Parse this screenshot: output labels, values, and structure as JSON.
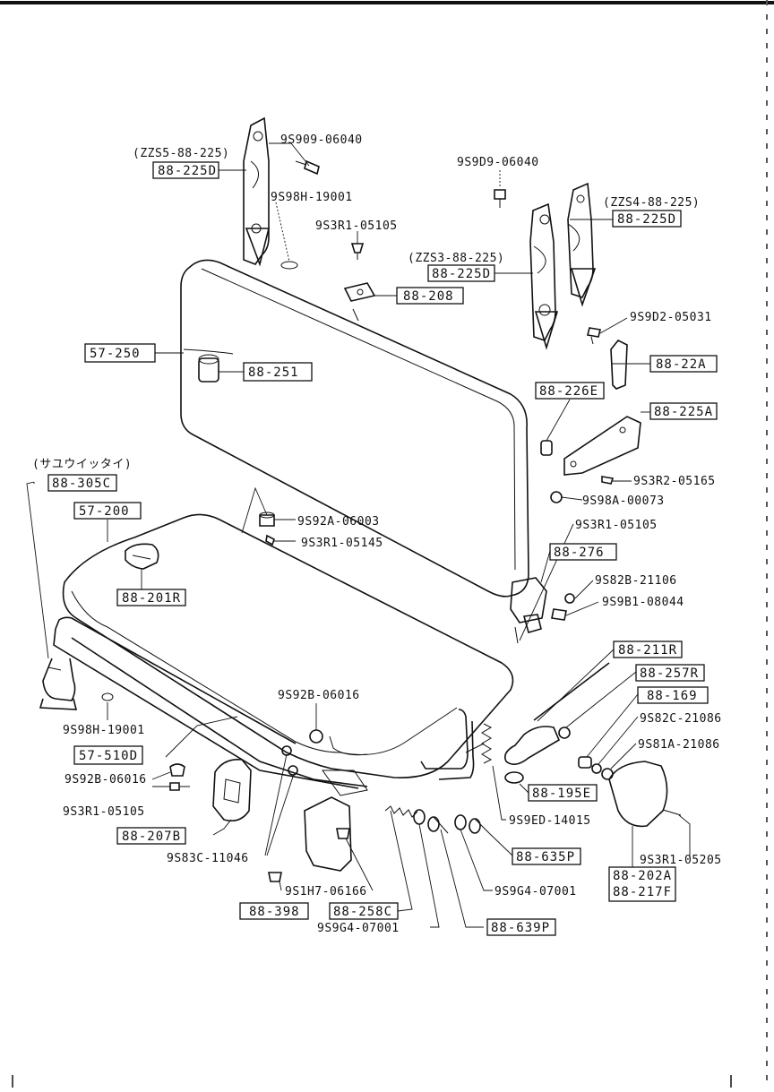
{
  "labels": {
    "alt_225d_top_left": "(ZZS5-88-225)",
    "part_225d_top_left": "88-225D",
    "bolt_9s909_a": "9S909-06040",
    "bolt_9s909_b": "9S9D9-06040",
    "alt_225d_right": "(ZZS4-88-225)",
    "part_225d_right": "88-225D",
    "plug_9s98h_top": "9S98H-19001",
    "screw_9s3r1_05105_top": "9S3R1-05105",
    "alt_225d_mid": "(ZZS3-88-225)",
    "part_225d_mid": "88-225D",
    "part_208": "88-208",
    "screw_9s9d2": "9S9D2-05031",
    "part_57_250": "57-250",
    "part_251": "88-251",
    "part_22a": "88-22A",
    "part_226e": "88-226E",
    "part_225a": "88-225A",
    "screw_9s3r2": "9S3R2-05165",
    "nut_9s98a": "9S98A-00073",
    "note_japanese": "(サユウイッタイ)",
    "part_305c": "88-305C",
    "part_57_200": "57-200",
    "nut_9s92a": "9S92A-06003",
    "screw_9s3r1_05145": "9S3R1-05145",
    "screw_9s3r1_05105_mid": "9S3R1-05105",
    "part_276": "88-276",
    "washer_9s82b": "9S82B-21106",
    "bolt_9s9b1": "9S9B1-08044",
    "part_201r": "88-201R",
    "part_211r": "88-211R",
    "part_257r": "88-257R",
    "part_169": "88-169",
    "washer_9s82c": "9S82C-21086",
    "washer_9s81a": "9S81A-21086",
    "plug_9s98h_bottom": "9S98H-19001",
    "nut_9s92b_center": "9S92B-06016",
    "part_57_510d": "57-510D",
    "nut_9s92b_left": "9S92B-06016",
    "screw_9s3r1_05105_bottom": "9S3R1-05105",
    "part_207b": "88-207B",
    "bolt_9s83c": "9S83C-11046",
    "part_195e": "88-195E",
    "spring_9s9ed": "9S9ED-14015",
    "screw_9s3r1_05205": "9S3R1-05205",
    "part_635p": "88-635P",
    "part_202a": "88-202A",
    "part_217f": "88-217F",
    "washer_9s9g4_right": "9S9G4-07001",
    "bolt_9s1h7": "9S1H7-06166",
    "part_398": "88-398",
    "part_258c": "88-258C",
    "washer_9s9g4_bottom": "9S9G4-07001",
    "part_639p": "88-639P"
  }
}
